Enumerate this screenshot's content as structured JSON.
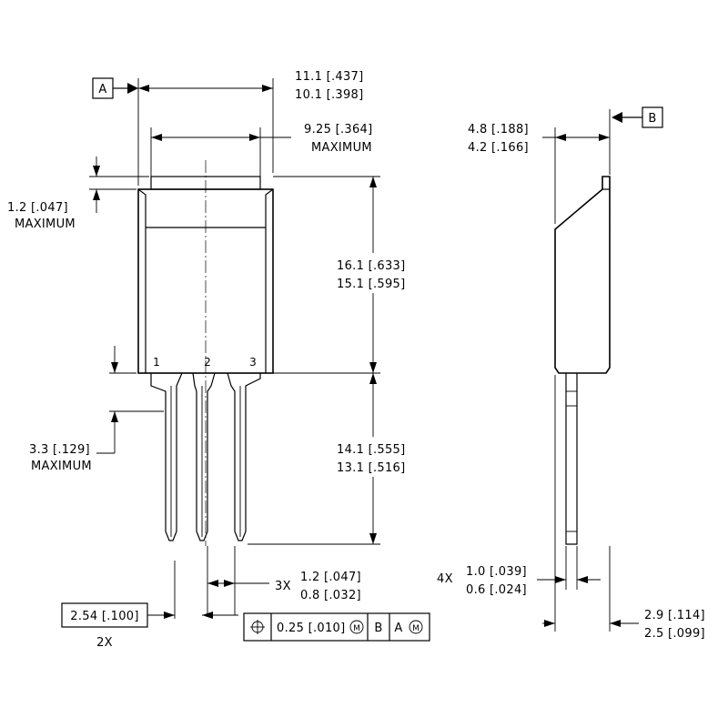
{
  "datums": {
    "a": "A",
    "b": "B"
  },
  "dims": {
    "width_max": "11.1 [.437]",
    "width_min": "10.1 [.398]",
    "tab_width": "9.25 [.364]",
    "tab_width_note": "MAXIMUM",
    "tab_height": "1.2 [.047]",
    "tab_height_note": "MAXIMUM",
    "body_len_max": "16.1 [.633]",
    "body_len_min": "15.1 [.595]",
    "shoulder": "3.3 [.129]",
    "shoulder_note": "MAXIMUM",
    "lead_len_max": "14.1 [.555]",
    "lead_len_min": "13.1 [.516]",
    "lead_w_count": "3X",
    "lead_w_max": "1.2 [.047]",
    "lead_w_min": "0.8 [.032]",
    "pitch": "2.54 [.100]",
    "pitch_count": "2X",
    "thick_max": "4.8 [.188]",
    "thick_min": "4.2 [.166]",
    "lead_t_count": "4X",
    "lead_t_max": "1.0 [.039]",
    "lead_t_min": "0.6 [.024]",
    "depth_max": "2.9 [.114]",
    "depth_min": "2.5 [.099]"
  },
  "pins": [
    "1",
    "2",
    "3"
  ],
  "fcf": {
    "symbol": "⌖",
    "tolerance": "0.25 [.010]",
    "modifier": "M",
    "datum_b": "B",
    "datum_a": "A",
    "datum_a_modifier": "M"
  }
}
